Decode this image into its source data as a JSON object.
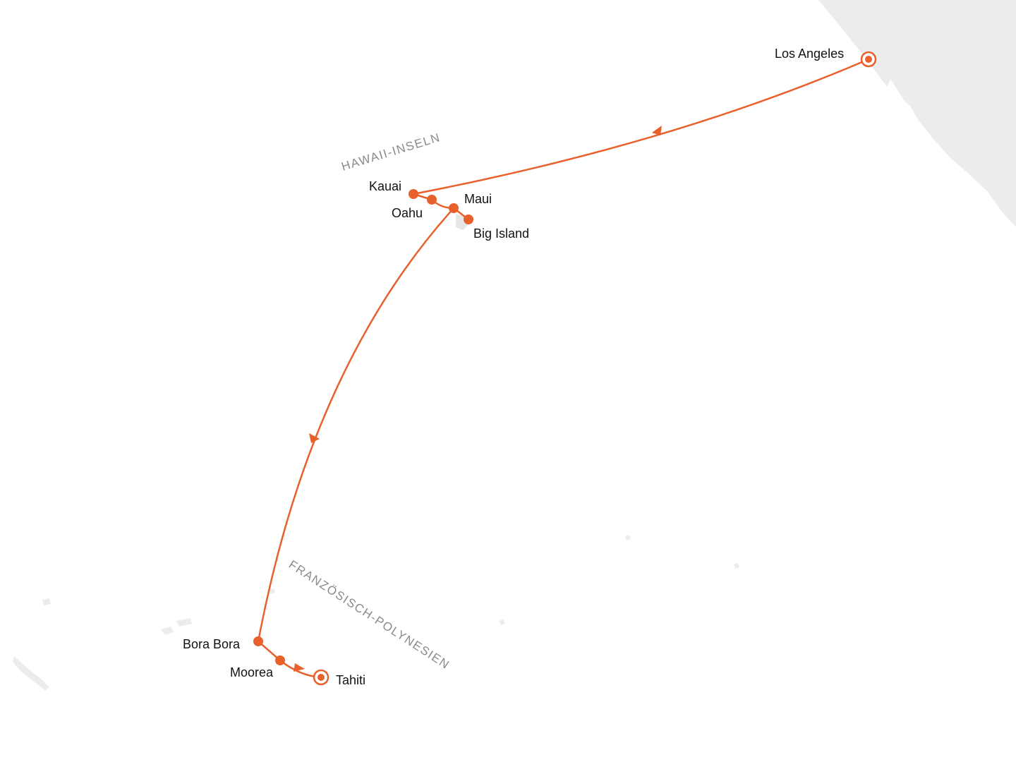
{
  "colors": {
    "route": "#e8602c",
    "land": "#ececec",
    "region_text": "#8a8a8a",
    "port_text": "#111111",
    "background": "#ffffff"
  },
  "regions": {
    "hawaii": "HAWAII-INSELN",
    "polynesia": "FRANZÖSISCH-POLYNESIEN"
  },
  "ports": [
    {
      "id": "los-angeles",
      "label": "Los Angeles",
      "type": "start"
    },
    {
      "id": "kauai",
      "label": "Kauai",
      "type": "stop"
    },
    {
      "id": "oahu",
      "label": "Oahu",
      "type": "stop"
    },
    {
      "id": "maui",
      "label": "Maui",
      "type": "stop"
    },
    {
      "id": "big-island",
      "label": "Big Island",
      "type": "stop"
    },
    {
      "id": "bora-bora",
      "label": "Bora Bora",
      "type": "stop"
    },
    {
      "id": "moorea",
      "label": "Moorea",
      "type": "stop"
    },
    {
      "id": "tahiti",
      "label": "Tahiti",
      "type": "end"
    }
  ]
}
